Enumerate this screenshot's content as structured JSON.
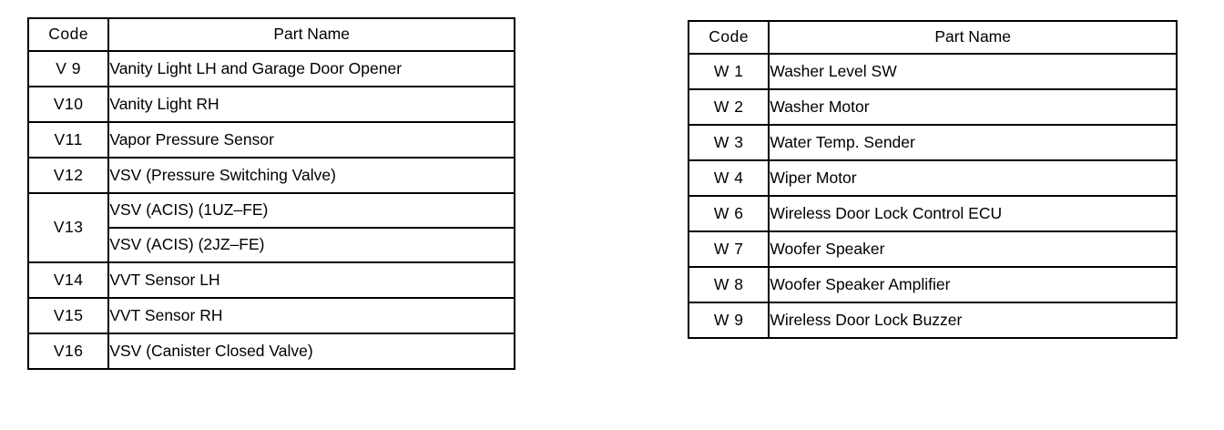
{
  "document": {
    "kind": "parts-code-legend",
    "background_color": "#ffffff",
    "text_color": "#000000",
    "border_color": "#000000"
  },
  "tables": [
    {
      "id": "table-v",
      "name": "v-codes-table",
      "headers": {
        "code": "Code",
        "part_name": "Part Name"
      },
      "rows": [
        {
          "code": "V 9",
          "names": [
            "Vanity Light LH and Garage Door Opener"
          ]
        },
        {
          "code": "V10",
          "names": [
            "Vanity Light RH"
          ]
        },
        {
          "code": "V11",
          "names": [
            "Vapor Pressure Sensor"
          ]
        },
        {
          "code": "V12",
          "names": [
            "VSV (Pressure Switching Valve)"
          ]
        },
        {
          "code": "V13",
          "names": [
            "VSV (ACIS) (1UZ–FE)",
            "VSV (ACIS) (2JZ–FE)"
          ]
        },
        {
          "code": "V14",
          "names": [
            "VVT Sensor LH"
          ]
        },
        {
          "code": "V15",
          "names": [
            "VVT Sensor RH"
          ]
        },
        {
          "code": "V16",
          "names": [
            "VSV (Canister Closed Valve)"
          ]
        }
      ]
    },
    {
      "id": "table-w",
      "name": "w-codes-table",
      "headers": {
        "code": "Code",
        "part_name": "Part Name"
      },
      "rows": [
        {
          "code": "W 1",
          "names": [
            "Washer Level SW"
          ]
        },
        {
          "code": "W 2",
          "names": [
            "Washer Motor"
          ]
        },
        {
          "code": "W 3",
          "names": [
            "Water Temp. Sender"
          ]
        },
        {
          "code": "W 4",
          "names": [
            "Wiper Motor"
          ]
        },
        {
          "code": "W 6",
          "names": [
            "Wireless Door Lock Control ECU"
          ]
        },
        {
          "code": "W 7",
          "names": [
            "Woofer Speaker"
          ]
        },
        {
          "code": "W 8",
          "names": [
            "Woofer Speaker Amplifier"
          ]
        },
        {
          "code": "W 9",
          "names": [
            "Wireless Door Lock Buzzer"
          ]
        }
      ]
    }
  ]
}
